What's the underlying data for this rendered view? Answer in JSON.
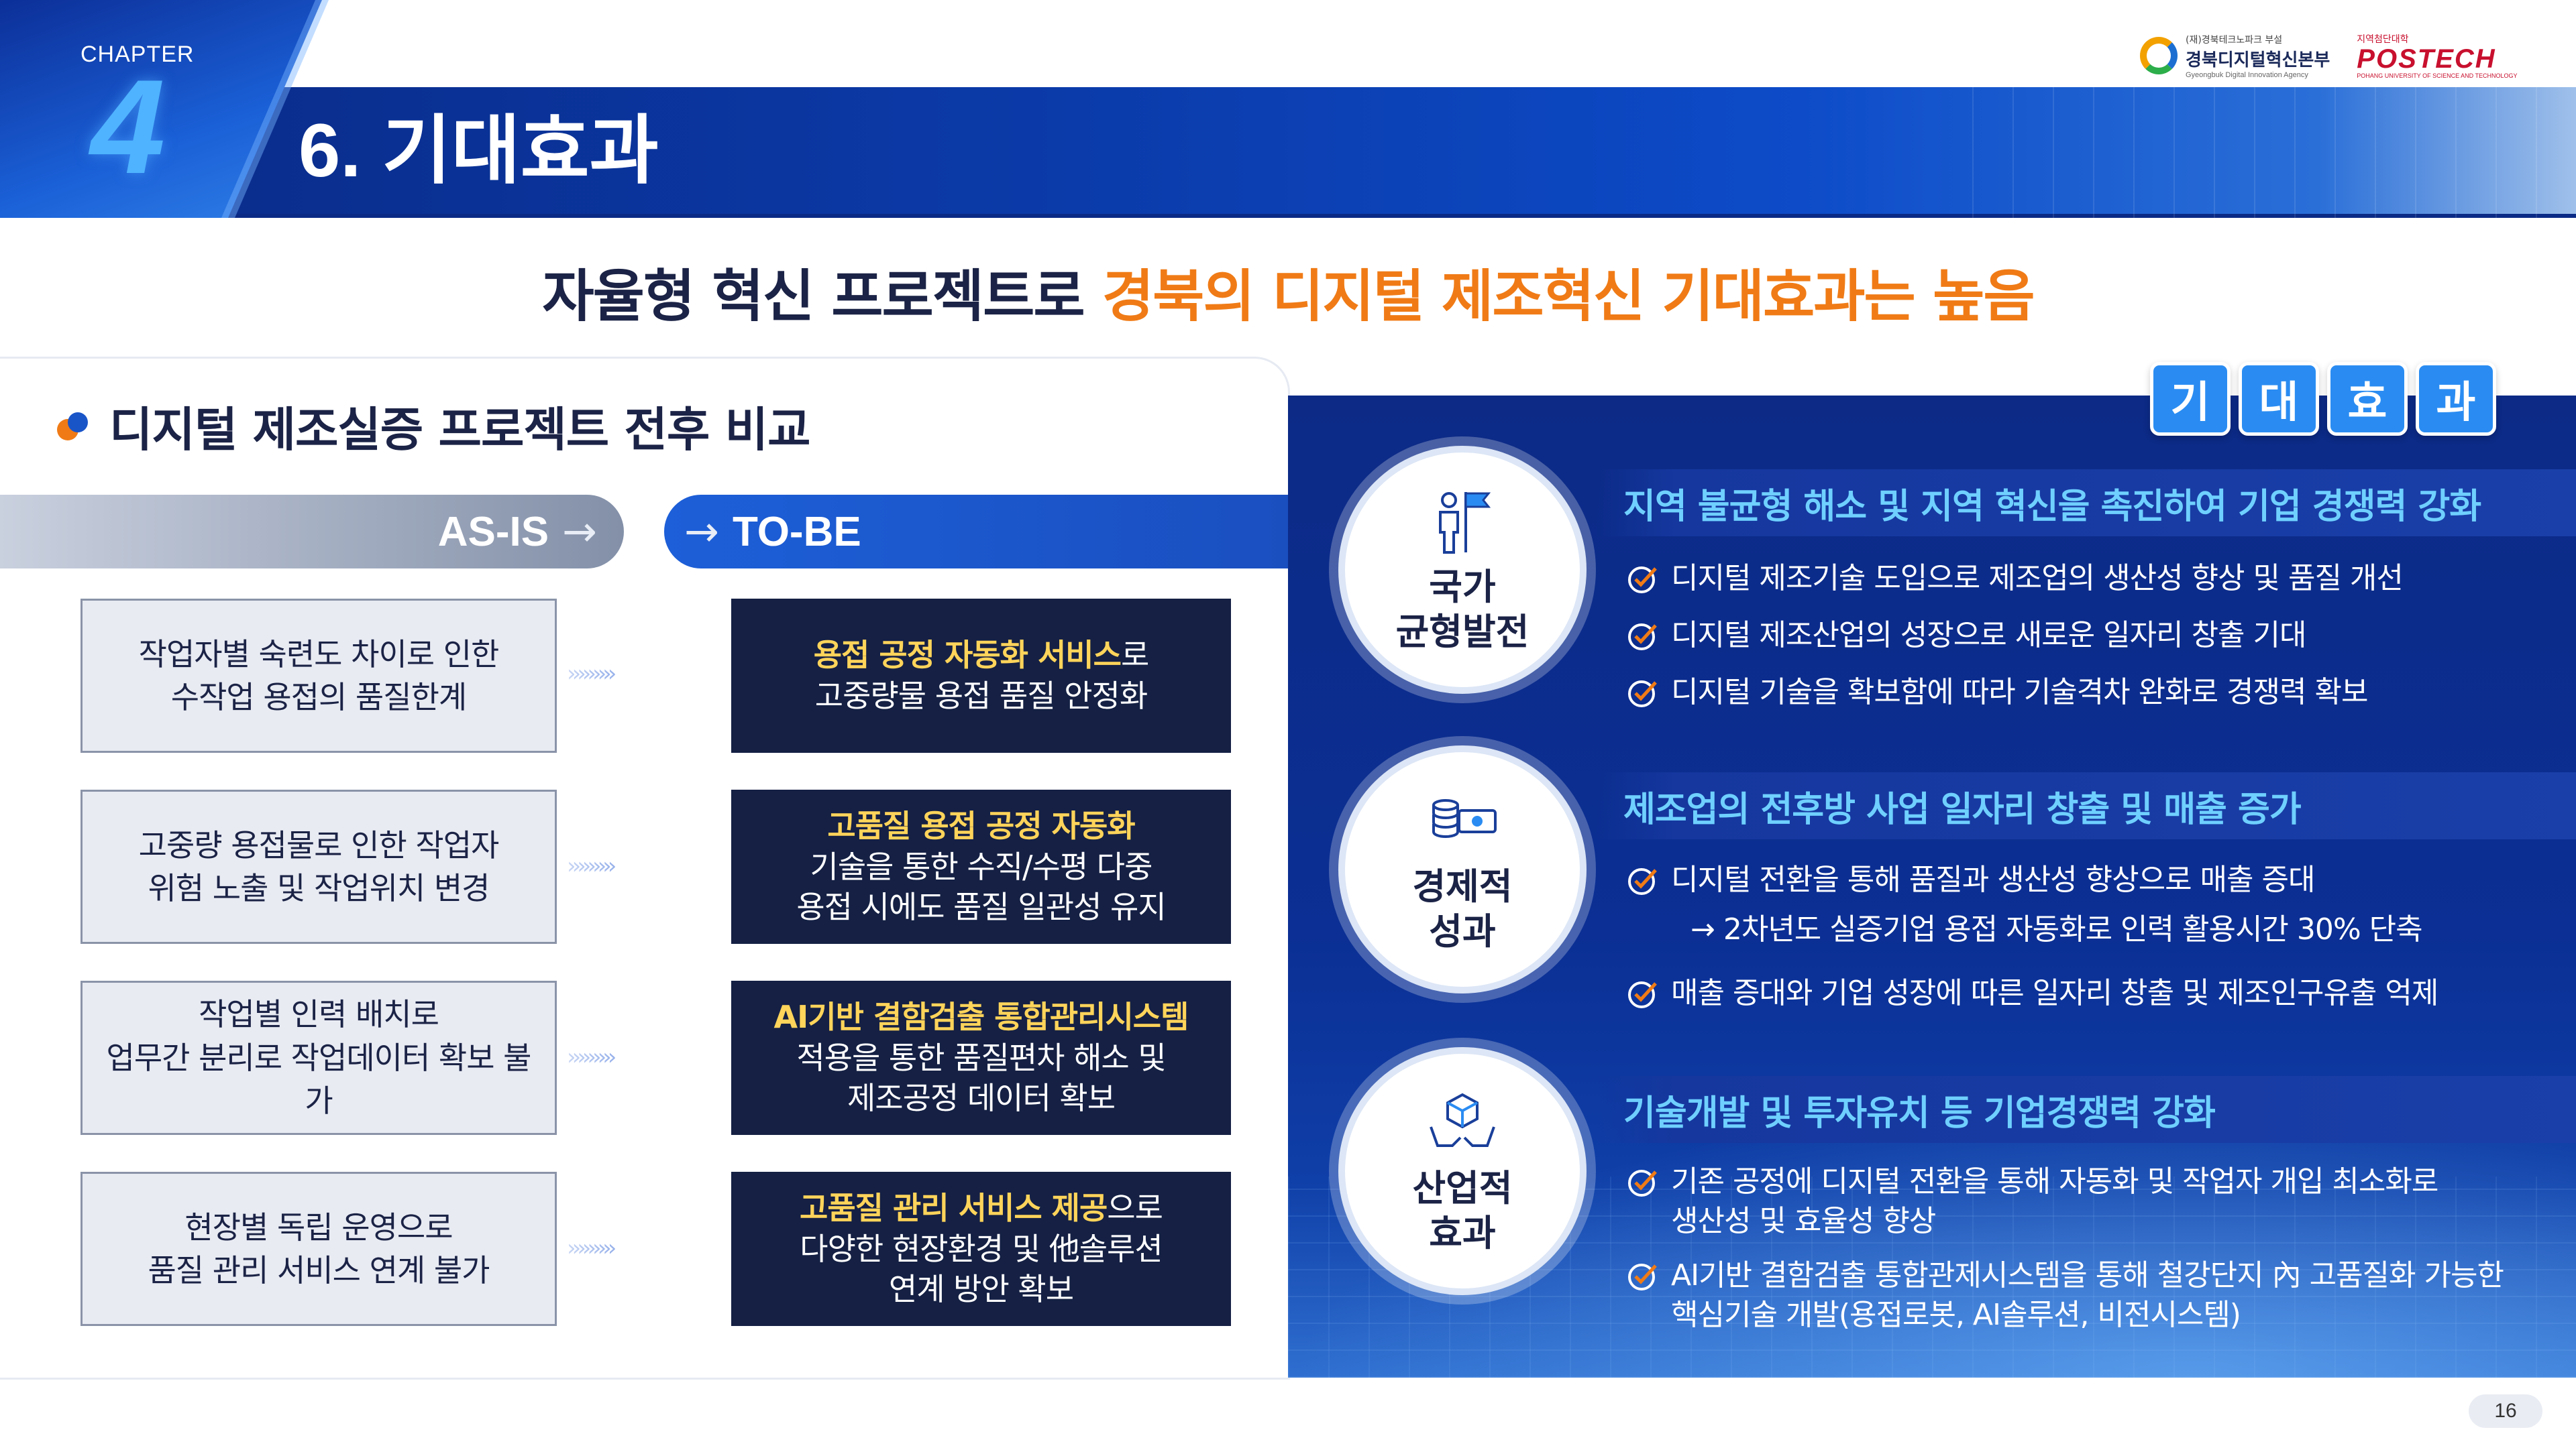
{
  "header": {
    "chapter_label": "CHAPTER",
    "chapter_number": "4",
    "title": "6. 기대효과",
    "logos": {
      "gb_small": "(재)경북테크노파크 부설",
      "gb_name": "경북디지털혁신본부",
      "gb_en": "Gyeongbuk Digital Innovation Agency",
      "postech_small": "지역첨단대학",
      "postech_name": "POSTECH",
      "postech_en": "POHANG UNIVERSITY OF SCIENCE AND TECHNOLOGY"
    }
  },
  "headline": {
    "part1": "자율형 혁신 프로젝트로 ",
    "highlight": "경북의 디지털 제조혁신 기대효과는 높음"
  },
  "comparison": {
    "section_title": "디지털 제조실증 프로젝트 전후 비교",
    "asis_label": "AS-IS",
    "tobe_label": "TO-BE",
    "arrow_glyph": "→",
    "flow_glyph": "›››››››››",
    "rows": [
      {
        "asis": [
          "작업자별 숙련도 차이로 인한",
          "수작업 용접의 품질한계"
        ],
        "tobe_hl": "용접 공정 자동화 서비스",
        "tobe_line1_rest": "로",
        "tobe_lines": [
          "고중량물 용접 품질 안정화"
        ]
      },
      {
        "asis": [
          "고중량 용접물로 인한 작업자",
          "위험 노출 및 작업위치 변경"
        ],
        "tobe_hl": "고품질 용접 공정 자동화",
        "tobe_line1_rest": "",
        "tobe_lines": [
          "기술을 통한 수직/수평 다중",
          "용접 시에도 품질 일관성 유지"
        ]
      },
      {
        "asis": [
          "작업별 인력 배치로",
          "업무간 분리로 작업데이터 확보 불가"
        ],
        "tobe_hl": "AI기반 결함검출 통합관리시스템",
        "tobe_line1_rest": "",
        "tobe_lines": [
          "적용을 통한 품질편차 해소 및",
          "제조공정 데이터 확보"
        ]
      },
      {
        "asis": [
          "현장별 독립 운영으로",
          "품질 관리 서비스 연계 불가"
        ],
        "tobe_hl": "고품질 관리 서비스 제공",
        "tobe_line1_rest": "으로",
        "tobe_lines": [
          "다양한 현장환경 및 他솔루션",
          "연계 방안 확보"
        ]
      }
    ]
  },
  "effects": {
    "tag_chars": [
      "기",
      "대",
      "효",
      "과"
    ],
    "categories": [
      {
        "icon": "flag-person-icon",
        "label_lines": [
          "국가",
          "균형발전"
        ],
        "heading": "지역 불균형 해소 및 지역 혁신을 촉진하여 기업 경쟁력 강화",
        "items": [
          "디지털 제조기술 도입으로 제조업의 생산성 향상 및 품질 개선",
          "디지털 제조산업의 성장으로 새로운 일자리 창출 기대",
          "디지털 기술을 확보함에 따라 기술격차 완화로 경쟁력 확보"
        ]
      },
      {
        "icon": "money-coins-icon",
        "label_lines": [
          "경제적",
          "성과"
        ],
        "heading": "제조업의 전후방 사업 일자리 창출 및 매출 증가",
        "items": [
          "디지털 전환을 통해 품질과 생산성 향상으로 매출 증대",
          "매출 증대와 기업 성장에 따른 일자리 창출 및 제조인구유출 억제"
        ],
        "sub_item": "→ 2차년도 실증기업 용접 자동화로 인력 활용시간 30% 단축"
      },
      {
        "icon": "hands-cube-icon",
        "label_lines": [
          "산업적",
          "효과"
        ],
        "heading": "기술개발 및 투자유치 등 기업경쟁력 강화",
        "items": [
          "기존 공정에 디지털 전환을 통해 자동화 및 작업자 개입 최소화로",
          "AI기반 결함검출 통합관제시스템을 통해 철강단지 內 고품질화 가능한"
        ],
        "item_continuations": [
          "생산성 및 효율성 향상",
          "핵심기술 개발(용접로봇, AI솔루션, 비전시스템)"
        ]
      }
    ]
  },
  "page_number": "16",
  "colors": {
    "accent_orange": "#f07b16",
    "navy": "#152044",
    "brand_blue": "#1a55c8",
    "effect_heading": "#6fd0ff",
    "highlight_yellow": "#ffd45a"
  }
}
